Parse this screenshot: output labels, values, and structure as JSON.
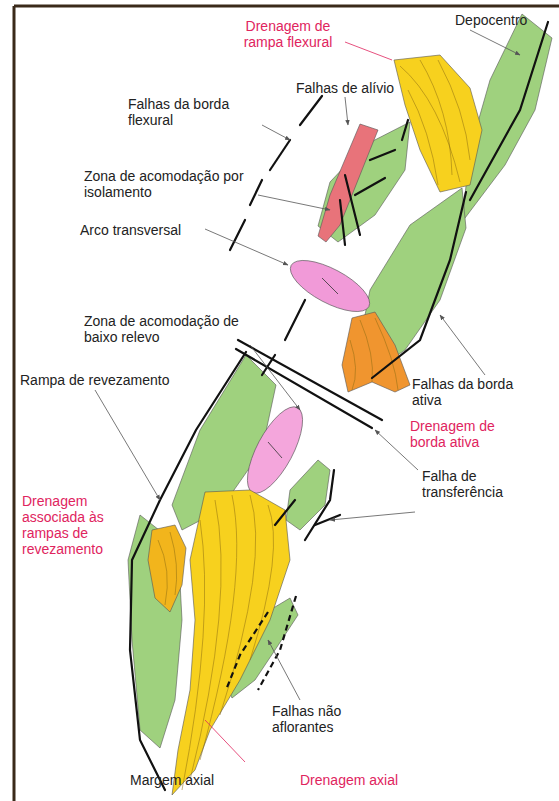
{
  "diagram": {
    "labels": [
      "Drenagem de rampa flexural",
      "Depocentro",
      "Falhas de alívio",
      "Falhas da borda flexural",
      "Zona de acomodação por isolamento",
      "Arco transversal",
      "Zona de acomodação de baixo relevo",
      "Rampa de revezamento",
      "Falhas da borda ativa",
      "Drenagem de borda ativa",
      "Falha de transferência",
      "Drenagem associada às rampas de revezamento",
      "Falhas não aflorantes",
      "Margem axial",
      "Drenagem axial"
    ]
  }
}
